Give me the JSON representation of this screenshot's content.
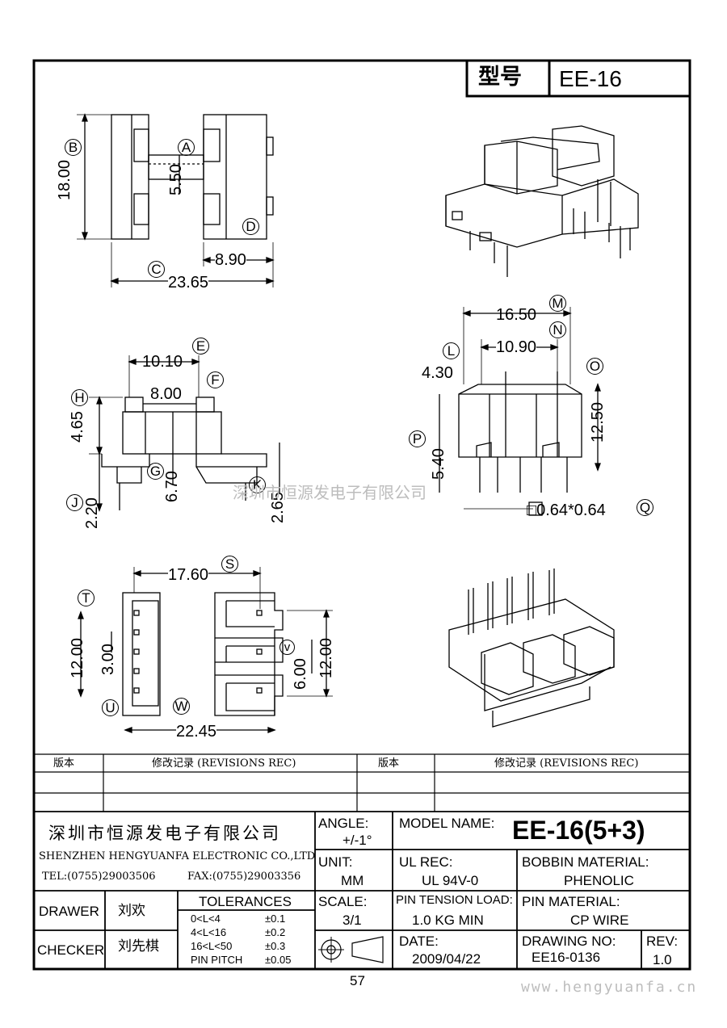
{
  "header": {
    "type_label": "型号",
    "type_value": "EE-16"
  },
  "dims": {
    "B": "B",
    "A": "A",
    "D": "D",
    "C": "C",
    "d1800": "18.00",
    "d550": "5.50",
    "d890": "8.90",
    "d2365": "23.65",
    "E": "E",
    "F": "F",
    "H": "H",
    "G": "G",
    "K": "K",
    "J": "J",
    "d1010": "10.10",
    "d800": "8.00",
    "d465": "4.65",
    "d670": "6.70",
    "d220": "2.20",
    "d265": "2.65",
    "M": "M",
    "N": "N",
    "L": "L",
    "O": "O",
    "P": "P",
    "Q": "Q",
    "d1650": "16.50",
    "d1090": "10.90",
    "d430": "4.30",
    "d1250": "12.50",
    "d540": "5.40",
    "dpin": "□0.64*0.64",
    "S": "S",
    "T": "T",
    "V": "v",
    "U": "U",
    "W": "W",
    "d1760": "17.60",
    "d1200a": "12.00",
    "d300": "3.00",
    "d600": "6.00",
    "d1200b": "12.00",
    "d2245": "22.45"
  },
  "revisions": {
    "col_version": "版本",
    "col_record": "修改记录 (REVISIONS REC)",
    "col_version2": "版本",
    "col_record2": "修改记录 (REVISIONS REC)"
  },
  "company": {
    "name_cn": "深圳市恒源发电子有限公司",
    "name_en": "SHENZHEN HENGYUANFA ELECTRONIC CO.,LTD",
    "tel": "TEL:(0755)29003506",
    "fax": "FAX:(0755)29003356"
  },
  "title_block": {
    "angle_label": "ANGLE:",
    "angle_value": "+/-1°",
    "model_label": "MODEL NAME:",
    "model_value": "EE-16(5+3)",
    "unit_label": "UNIT:",
    "unit_value": "MM",
    "ul_label": "UL REC:",
    "ul_value": "UL 94V-0",
    "bobbin_label": "BOBBIN MATERIAL:",
    "bobbin_value": "PHENOLIC",
    "drawer_label": "DRAWER",
    "drawer_value": "刘欢",
    "checker_label": "CHECKER",
    "checker_value": "刘先棋",
    "tol_label": "TOLERANCES",
    "tol_rows": [
      {
        "range": "0<L<4",
        "tol": "±0.1"
      },
      {
        "range": "4<L<16",
        "tol": "±0.2"
      },
      {
        "range": "16<L<50",
        "tol": "±0.3"
      },
      {
        "range": "PIN PITCH",
        "tol": "±0.05"
      }
    ],
    "scale_label": "SCALE:",
    "scale_value": "3/1",
    "tension_label": "PIN TENSION LOAD:",
    "tension_value": "1.0 KG MIN",
    "pinmat_label": "PIN MATERIAL:",
    "pinmat_value": "CP WIRE",
    "date_label": "DATE:",
    "date_value": "2009/04/22",
    "drawno_label": "DRAWING NO:",
    "drawno_value": "EE16-0136",
    "rev_label": "REV:",
    "rev_value": "1.0"
  },
  "page_number": "57",
  "watermark_center": "深圳市恒源发电子有限公司",
  "watermark_site": "www.hengyuanfa.cn"
}
